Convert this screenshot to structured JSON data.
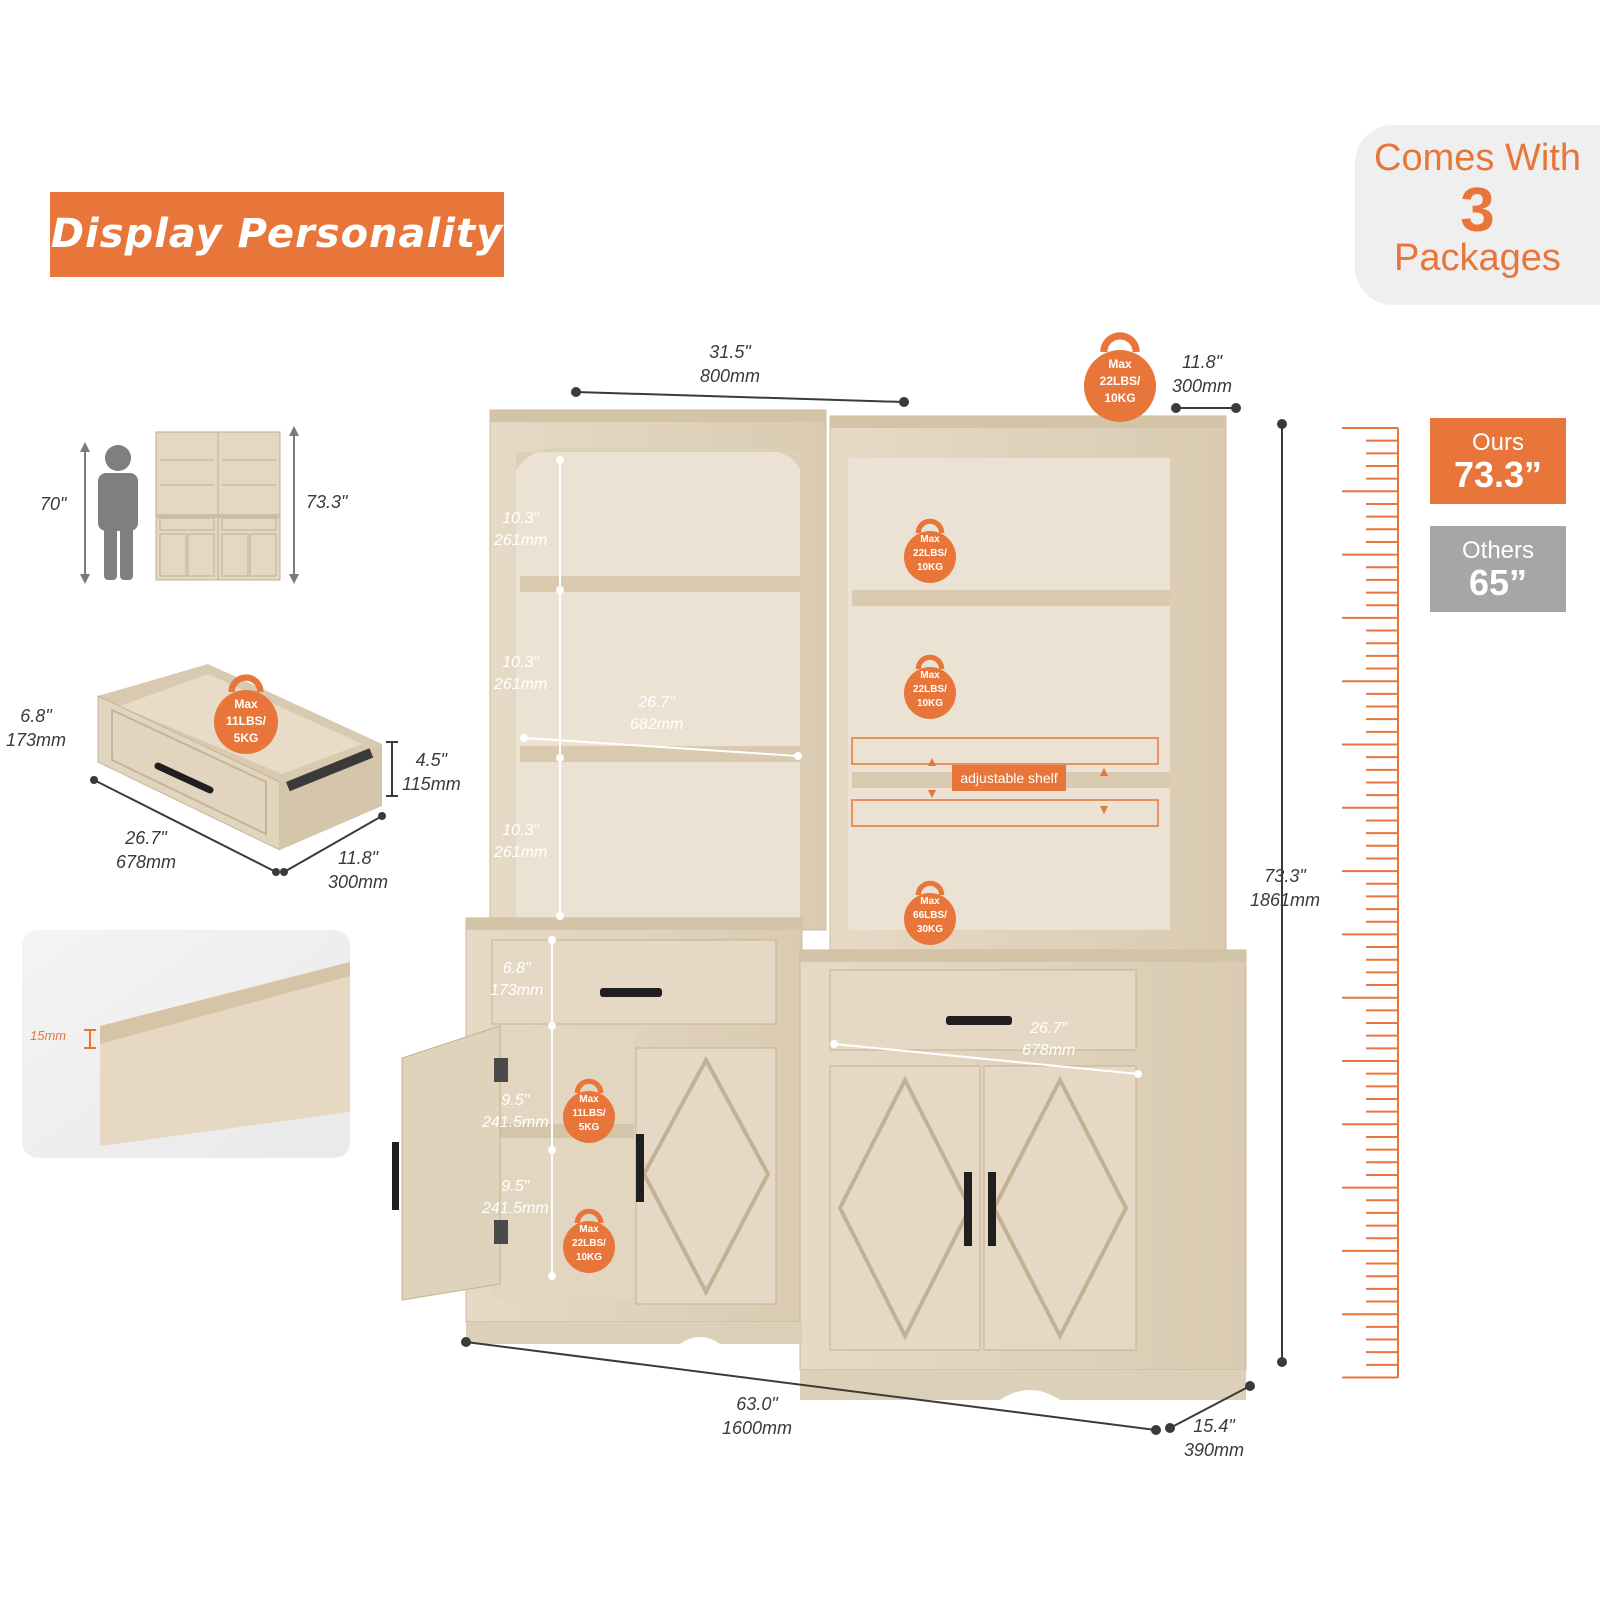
{
  "banner": {
    "title": "Display Personality"
  },
  "packages": {
    "line1": "Comes With",
    "count": "3",
    "line3": "Packages"
  },
  "comparison": {
    "ours": {
      "label": "Ours",
      "value": "73.3”",
      "color": "#e8763a"
    },
    "others": {
      "label": "Others",
      "value": "65”",
      "color": "#a6a6a6"
    }
  },
  "colors": {
    "accent": "#e8763a",
    "wood": "#e2d5c0",
    "wood_dark": "#cdbda3"
  },
  "height_figure": {
    "person": "70\"",
    "cabinet": "73.3\""
  },
  "drawer": {
    "height": [
      "6.8\"",
      "173mm"
    ],
    "inner": [
      "4.5\"",
      "115mm"
    ],
    "width": [
      "26.7\"",
      "678mm"
    ],
    "depth": [
      "11.8\"",
      "300mm"
    ],
    "max": [
      "Max",
      "11LBS/",
      "5KG"
    ]
  },
  "plank": {
    "thickness": "15mm"
  },
  "dims": {
    "hutch_width": [
      "31.5\"",
      "800mm"
    ],
    "hutch_depth": [
      "11.8\"",
      "300mm"
    ],
    "shelf_gap_1": [
      "10.3\"",
      "261mm"
    ],
    "shelf_gap_2": [
      "10.3\"",
      "261mm"
    ],
    "shelf_gap_3": [
      "10.3\"",
      "261mm"
    ],
    "shelf_width": [
      "26.7\"",
      "682mm"
    ],
    "total_height": [
      "73.3\"",
      "1861mm"
    ],
    "drawer_height": [
      "6.8\"",
      "173mm"
    ],
    "drawer_width": [
      "26.7\"",
      "678mm"
    ],
    "cab_gap_1": [
      "9.5\"",
      "241.5mm"
    ],
    "cab_gap_2": [
      "9.5\"",
      "241.5mm"
    ],
    "total_width": [
      "63.0\"",
      "1600mm"
    ],
    "total_depth": [
      "15.4\"",
      "390mm"
    ]
  },
  "weights": {
    "top": [
      "Max",
      "22LBS/",
      "10KG"
    ],
    "shelf1": [
      "Max",
      "22LBS/",
      "10KG"
    ],
    "shelf2": [
      "Max",
      "22LBS/",
      "10KG"
    ],
    "shelf_bottom": [
      "Max",
      "66LBS/",
      "30KG"
    ],
    "cab1": [
      "Max",
      "11LBS/",
      "5KG"
    ],
    "cab2": [
      "Max",
      "22LBS/",
      "10KG"
    ]
  },
  "adjustable": {
    "label": "adjustable shelf"
  }
}
